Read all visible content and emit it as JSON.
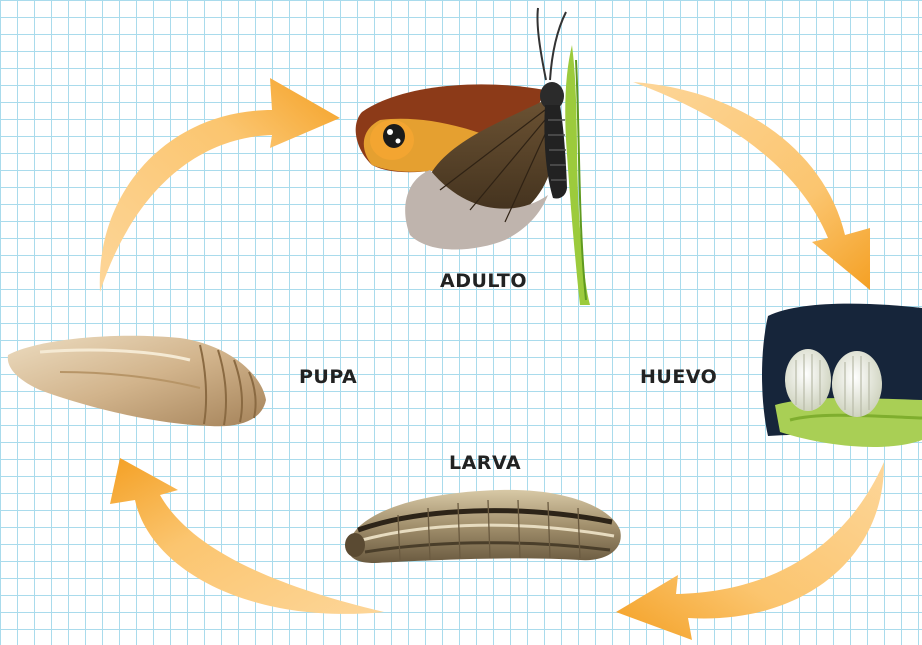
{
  "diagram": {
    "stages": {
      "adulto": "ADULTO",
      "huevo": "HUEVO",
      "larva": "LARVA",
      "pupa": "PUPA"
    },
    "colors": {
      "grid_line": "#a9dbec",
      "arrow_light": "#fcd08a",
      "arrow_dark": "#f4a024",
      "label_text": "#222222"
    },
    "icons": [
      "butterfly-illustration",
      "eggs-illustration",
      "caterpillar-illustration",
      "chrysalis-illustration",
      "cycle-arrow"
    ]
  }
}
